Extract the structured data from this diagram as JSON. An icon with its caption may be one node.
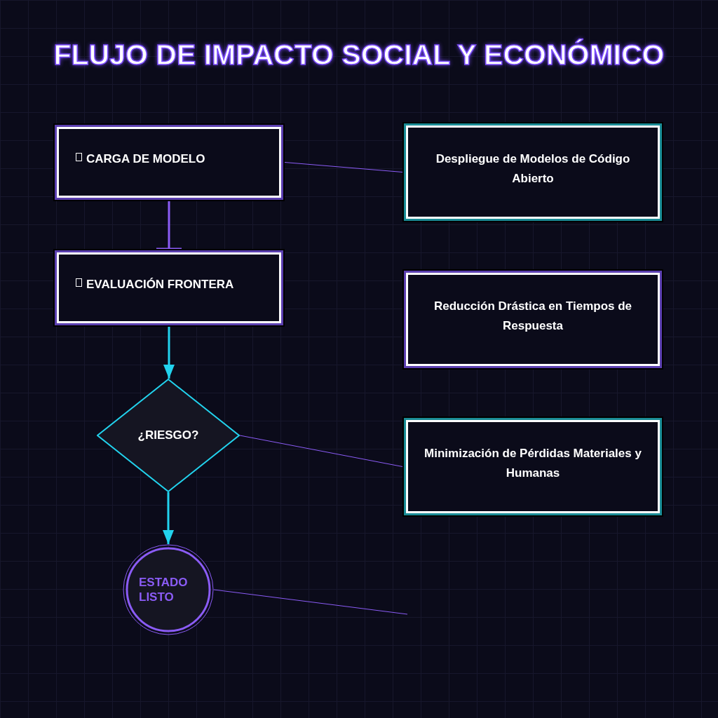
{
  "diagram": {
    "title": "FLUJO DE IMPACTO SOCIAL Y ECONÓMICO",
    "nodes": [
      {
        "text": [
          "CARGA DE MODELO"
        ]
      },
      {
        "text": [
          "Despliegue de Modelos de Código Abierto"
        ]
      },
      {
        "text": [
          "EVALUACIÓN FRONTERA"
        ]
      },
      {
        "text": [
          "Reducción Drástica en Tiempos de Respuesta"
        ]
      },
      {
        "text": [
          "¿RIESGO?"
        ]
      },
      {
        "text": [
          "Minimización de Pérdidas Materiales y Humanas"
        ]
      },
      {
        "text": [
          "ESTADO LISTO"
        ]
      }
    ],
    "edges": [
      {
        "from": 0,
        "to": 2,
        "arrow": "other",
        "style": "thick"
      },
      {
        "from": 2,
        "to": 4,
        "arrow": "to",
        "style": "thick",
        "color": "#22d3ee"
      },
      {
        "from": 4,
        "to": 6,
        "arrow": "to",
        "style": "thick",
        "color": "#22d3ee"
      },
      {
        "from": 0,
        "to": 1,
        "arrow": "none"
      },
      {
        "from": 4,
        "to": 5,
        "arrow": "none"
      },
      {
        "from": 6,
        "to": null,
        "arrow": "none"
      }
    ]
  }
}
